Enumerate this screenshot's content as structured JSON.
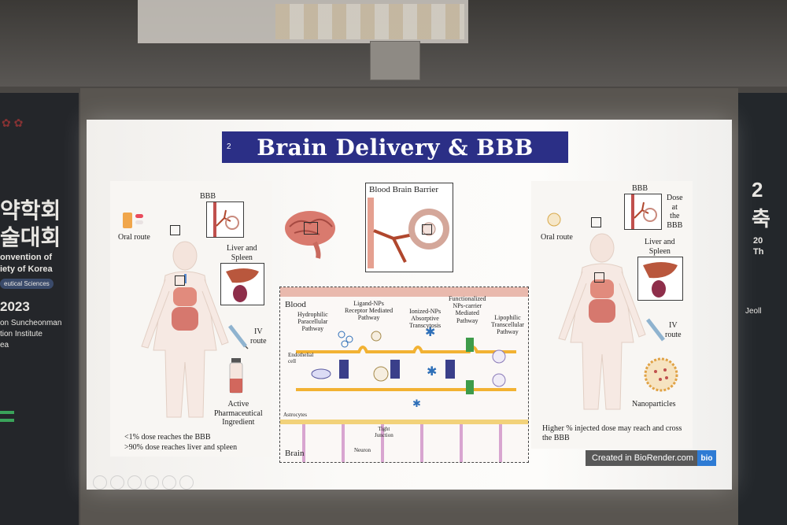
{
  "left_banner": {
    "line1": "약학회",
    "line2": "술대회",
    "line3": "onvention of",
    "line4": "iety of Korea",
    "pill": "eutical Sciences",
    "year": "2023",
    "venue1": "on Suncheonman",
    "venue2": "tion Institute",
    "venue3": "ea"
  },
  "right_banner": {
    "line1": "2",
    "line2": "축",
    "line3": "20",
    "line4": "Th",
    "line5": "Jeoll"
  },
  "slide": {
    "number": "2",
    "title": "Brain Delivery & BBB",
    "left_panel": {
      "bbb": "BBB",
      "oral_route": "Oral route",
      "liver_spleen": "Liver and\nSpleen",
      "iv_route": "IV\nroute",
      "api": "Active\nPharmaceutical\nIngredient",
      "note1": "<1% dose reaches the BBB",
      "note2": ">90% dose reaches liver and spleen"
    },
    "center_panel": {
      "bbb_title": "Blood Brain Barrier",
      "blood": "Blood",
      "brain": "Brain",
      "hydrophilic": "Hydrophilic\nParacellular\nPathway",
      "ligand": "Ligand-NPs\nReceptor Mediated\nPathway",
      "ionized": "Ionized-NPs\nAbsorptive\nTranscytosis",
      "functionalized": "Functionalized\nNPs-carrier\nMediated\nPathway",
      "lipophilic": "Lipophilic\nTranscellular\nPathway",
      "endothelial": "Endothelial\ncell",
      "astrocytes": "Astrocytes",
      "tight_junction": "Tight\nJunction",
      "neuron": "Neuron"
    },
    "right_panel": {
      "bbb": "BBB",
      "dose": "Dose\nat\nthe\nBBB",
      "oral_route": "Oral route",
      "liver_spleen": "Liver and\nSpleen",
      "iv_route": "IV\nroute",
      "nanoparticles": "Nanoparticles",
      "note": "Higher % injected dose may reach and cross\nthe BBB"
    },
    "watermark": "Created in BioRender.com",
    "watermark_logo": "bio"
  },
  "colors": {
    "title_bar": "#2b2f86",
    "organ_red": "#c0504d",
    "membrane_yellow": "#f2b233",
    "particle_blue": "#2e6fb8"
  }
}
